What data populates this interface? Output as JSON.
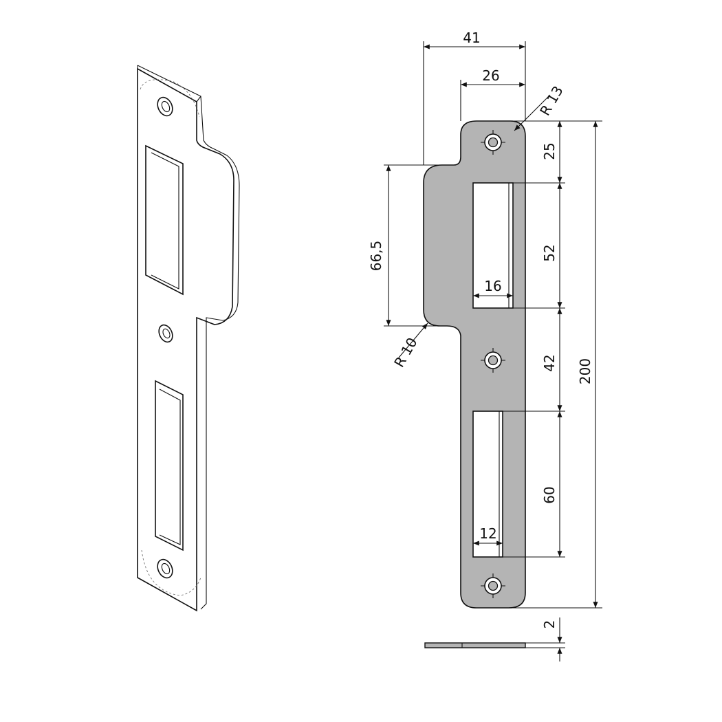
{
  "dimensions": {
    "width_total": "41",
    "width_plate": "26",
    "radius_top": "R 13",
    "radius_lip": "R 10",
    "lip_height": "66,5",
    "top_to_slot": "25",
    "slot1_length": "52",
    "slot1_width": "16",
    "between_slots": "42",
    "slot2_length": "60",
    "slot2_width": "12",
    "total_length": "200",
    "thickness": "2"
  },
  "colors": {
    "plate_fill": "#b4b4b4",
    "line": "#111111"
  }
}
